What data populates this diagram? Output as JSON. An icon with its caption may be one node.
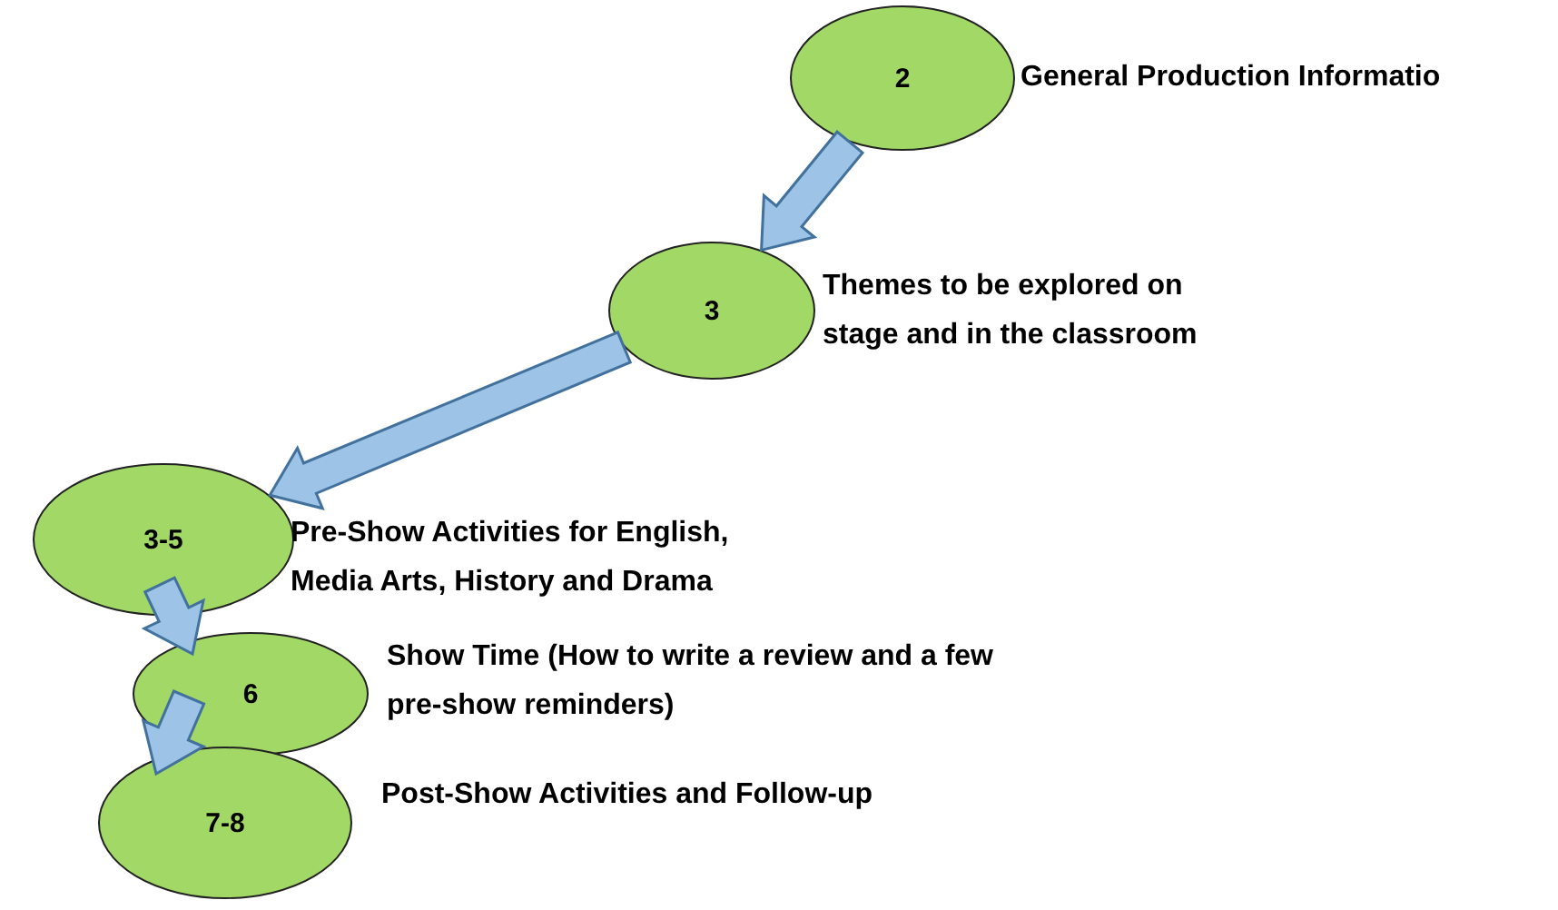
{
  "diagram": {
    "nodes": [
      {
        "text": [
          "2"
        ],
        "beside": [
          "General Production Informatio"
        ]
      },
      {
        "text": [
          "3"
        ],
        "beside": [
          "Themes to be explored on stage and in the classroom"
        ]
      },
      {
        "text": [
          "3-5"
        ],
        "beside": [
          "Pre-Show Activities for English, Media Arts, History and Drama"
        ]
      },
      {
        "text": [
          "6"
        ],
        "beside": [
          "Show Time (How to write a review and a few pre-show reminders)"
        ]
      },
      {
        "text": [
          "7-8"
        ],
        "beside": [
          "Post-Show Activities and Follow-up"
        ]
      }
    ],
    "edges": [
      {
        "from": 0,
        "to": 1,
        "arrow": "to",
        "style": "thick"
      },
      {
        "from": 1,
        "to": 2,
        "arrow": "to",
        "style": "thick"
      },
      {
        "from": 2,
        "to": 3,
        "arrow": "to",
        "style": "thick"
      },
      {
        "from": 3,
        "to": 4,
        "arrow": "to",
        "style": "thick"
      }
    ]
  }
}
